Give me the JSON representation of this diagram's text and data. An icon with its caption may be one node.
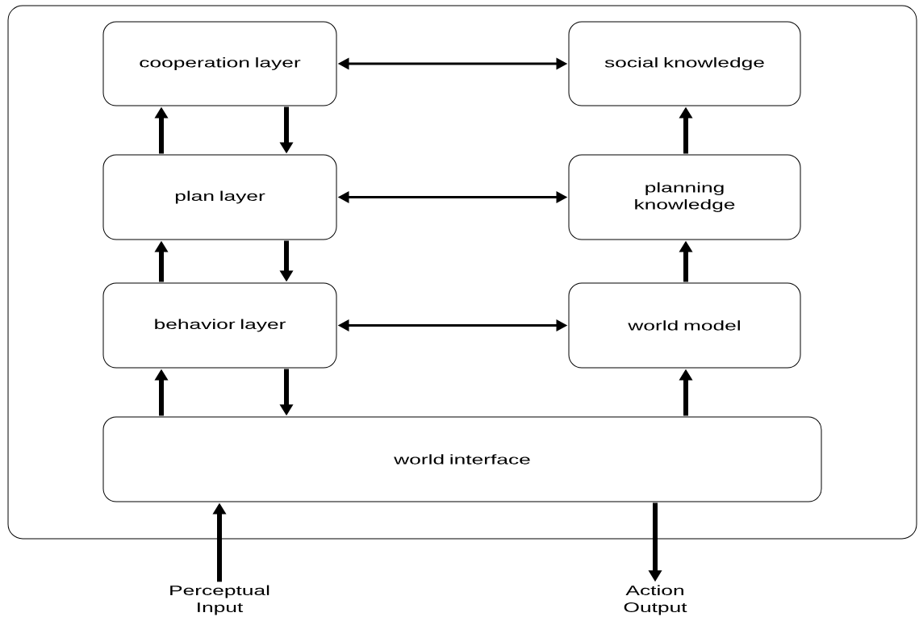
{
  "diagram": {
    "nodes": [
      {
        "text": [],
        "shape": "box"
      },
      {
        "text": [
          "cooperation layer"
        ],
        "in": 0
      },
      {
        "text": [
          "social knowledge"
        ],
        "in": 0
      },
      {
        "text": [
          "plan layer"
        ],
        "in": 0
      },
      {
        "text": [
          "planning knowledge"
        ],
        "in": 0
      },
      {
        "text": [
          "behavior layer"
        ],
        "in": 0
      },
      {
        "text": [
          "world model"
        ],
        "in": 0
      },
      {
        "text": [
          "world interface"
        ],
        "in": 0
      },
      {
        "text": [
          "Perceptual Input"
        ]
      },
      {
        "text": [
          "Action Output"
        ]
      }
    ],
    "edges": [
      {
        "from": 1,
        "to": 2,
        "arrow": "both"
      },
      {
        "from": 3,
        "to": 1,
        "arrow": "to"
      },
      {
        "from": 1,
        "to": 3,
        "arrow": "to"
      },
      {
        "from": 4,
        "to": 2,
        "arrow": "to"
      },
      {
        "from": 3,
        "to": 4,
        "arrow": "both"
      },
      {
        "from": 5,
        "to": 3,
        "arrow": "to"
      },
      {
        "from": 3,
        "to": 5,
        "arrow": "to"
      },
      {
        "from": 6,
        "to": 4,
        "arrow": "to"
      },
      {
        "from": 5,
        "to": 6,
        "arrow": "both"
      },
      {
        "from": 7,
        "to": 5,
        "arrow": "to"
      },
      {
        "from": 5,
        "to": 7,
        "arrow": "to"
      },
      {
        "from": 7,
        "to": 6,
        "arrow": "to"
      },
      {
        "from": 8,
        "to": 7,
        "arrow": "to"
      },
      {
        "from": 7,
        "to": 9,
        "arrow": "to"
      }
    ]
  }
}
